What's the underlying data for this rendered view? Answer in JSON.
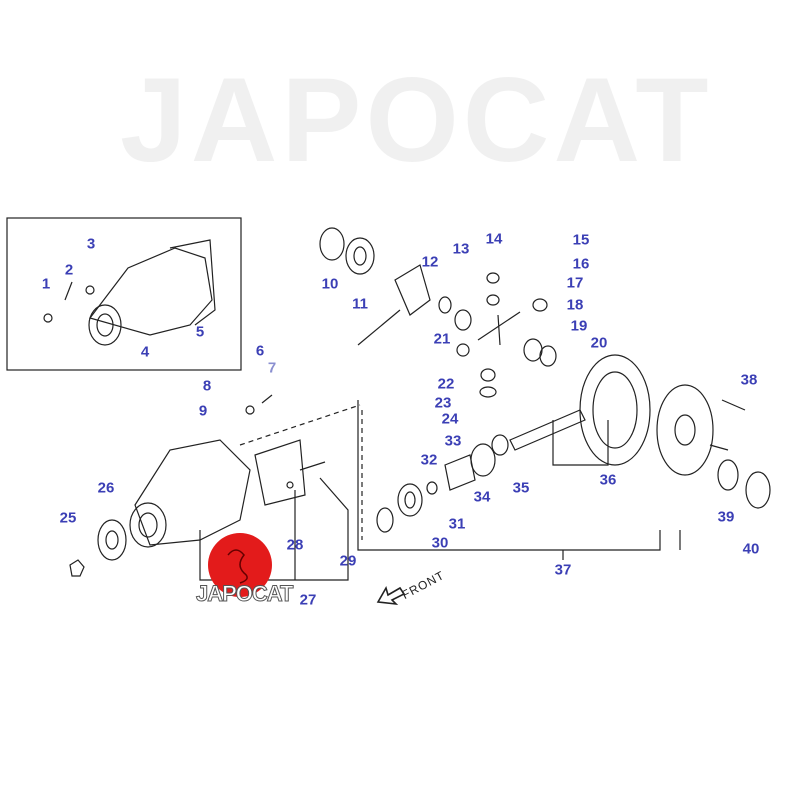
{
  "watermark": "JAPOCAT",
  "logo_text": "JAPOCAT",
  "front_label": "FRONT",
  "callouts": [
    "1",
    "2",
    "3",
    "4",
    "5",
    "6",
    "7",
    "8",
    "9",
    "10",
    "11",
    "12",
    "13",
    "14",
    "15",
    "16",
    "17",
    "18",
    "19",
    "20",
    "21",
    "22",
    "23",
    "24",
    "25",
    "26",
    "27",
    "28",
    "29",
    "30",
    "31",
    "32",
    "33",
    "34",
    "35",
    "36",
    "37",
    "38",
    "39",
    "40"
  ],
  "colors": {
    "callout": "#3b3fb5",
    "logo": "#e31b1b",
    "line": "#222222"
  }
}
